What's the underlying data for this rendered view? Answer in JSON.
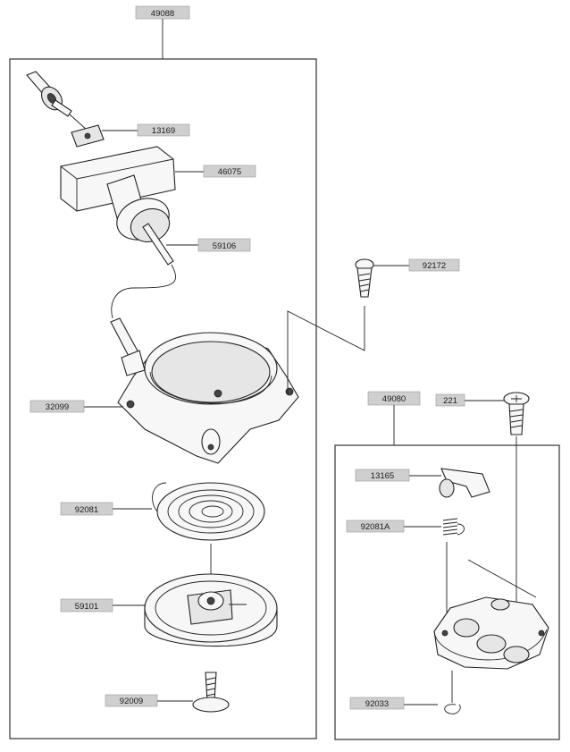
{
  "assemblies": {
    "left": "49088",
    "right": "49080"
  },
  "parts": {
    "p13169": "13169",
    "p46075": "46075",
    "p59106": "59106",
    "p92172": "92172",
    "p32099": "32099",
    "p221": "221",
    "p13165": "13165",
    "p92081": "92081",
    "p92081A": "92081A",
    "p59101": "59101",
    "p92009": "92009",
    "p92033": "92033"
  }
}
